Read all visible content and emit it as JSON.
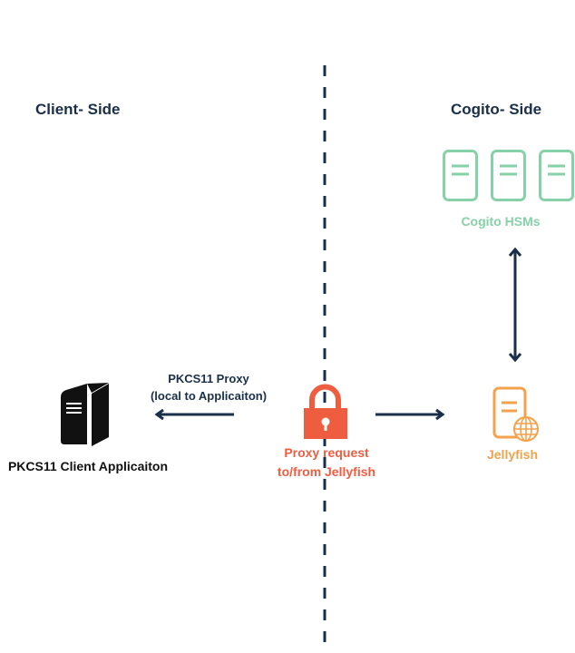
{
  "sections": {
    "client_side": "Client- Side",
    "cogito_side": "Cogito- Side"
  },
  "nodes": {
    "client_app": {
      "label": "PKCS11 Client Applicaiton",
      "icon": "server-tower-icon"
    },
    "proxy": {
      "label_line1": "Proxy request",
      "label_line2": "to/from Jellyfish",
      "icon": "lock-icon"
    },
    "jellyfish": {
      "label": "Jellyfish",
      "icon": "web-server-icon"
    },
    "hsms": {
      "label": "Cogito HSMs",
      "icon": "server-icon",
      "count": 3
    }
  },
  "edges": {
    "proxy_to_client": {
      "label_line1": "PKCS11 Proxy",
      "label_line2": "(local to Applicaiton)",
      "direction": "left"
    },
    "proxy_to_jellyfish": {
      "direction": "right"
    },
    "jellyfish_hsms": {
      "direction": "bidirectional"
    }
  },
  "colors": {
    "navy": "#1a2f4a",
    "green": "#86d1a7",
    "orange": "#f3a14a",
    "red": "#ef5d41",
    "black": "#111111"
  }
}
